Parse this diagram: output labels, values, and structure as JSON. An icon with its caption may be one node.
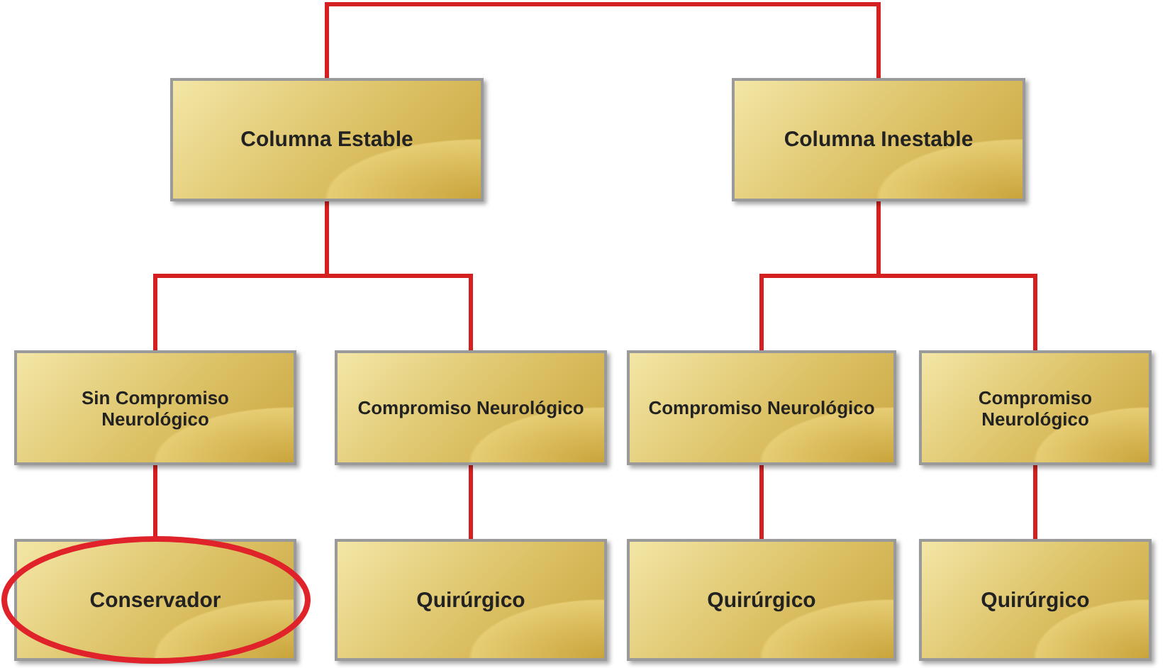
{
  "diagram": {
    "nodes": [
      {
        "text": [
          "Columna Estable"
        ]
      },
      {
        "text": [
          "Columna Inestable"
        ]
      },
      {
        "text": [
          "Sin Compromiso Neurológico"
        ]
      },
      {
        "text": [
          "Compromiso Neurológico"
        ]
      },
      {
        "text": [
          "Compromiso Neurológico"
        ]
      },
      {
        "text": [
          "Compromiso Neurológico"
        ]
      },
      {
        "text": [
          "Conservador"
        ]
      },
      {
        "text": [
          "Quirúrgico"
        ]
      },
      {
        "text": [
          "Quirúrgico"
        ]
      },
      {
        "text": [
          "Quirúrgico"
        ]
      }
    ],
    "edges": [
      {
        "from": 0,
        "to": 1,
        "arrow": "none"
      },
      {
        "from": 0,
        "to": 2,
        "arrow": "none"
      },
      {
        "from": 0,
        "to": 3,
        "arrow": "none"
      },
      {
        "from": 1,
        "to": 4,
        "arrow": "none"
      },
      {
        "from": 1,
        "to": 5,
        "arrow": "none"
      },
      {
        "from": 2,
        "to": 6,
        "arrow": "none"
      },
      {
        "from": 3,
        "to": 7,
        "arrow": "none"
      },
      {
        "from": 4,
        "to": 8,
        "arrow": "none"
      },
      {
        "from": 5,
        "to": 9,
        "arrow": "none"
      }
    ]
  }
}
